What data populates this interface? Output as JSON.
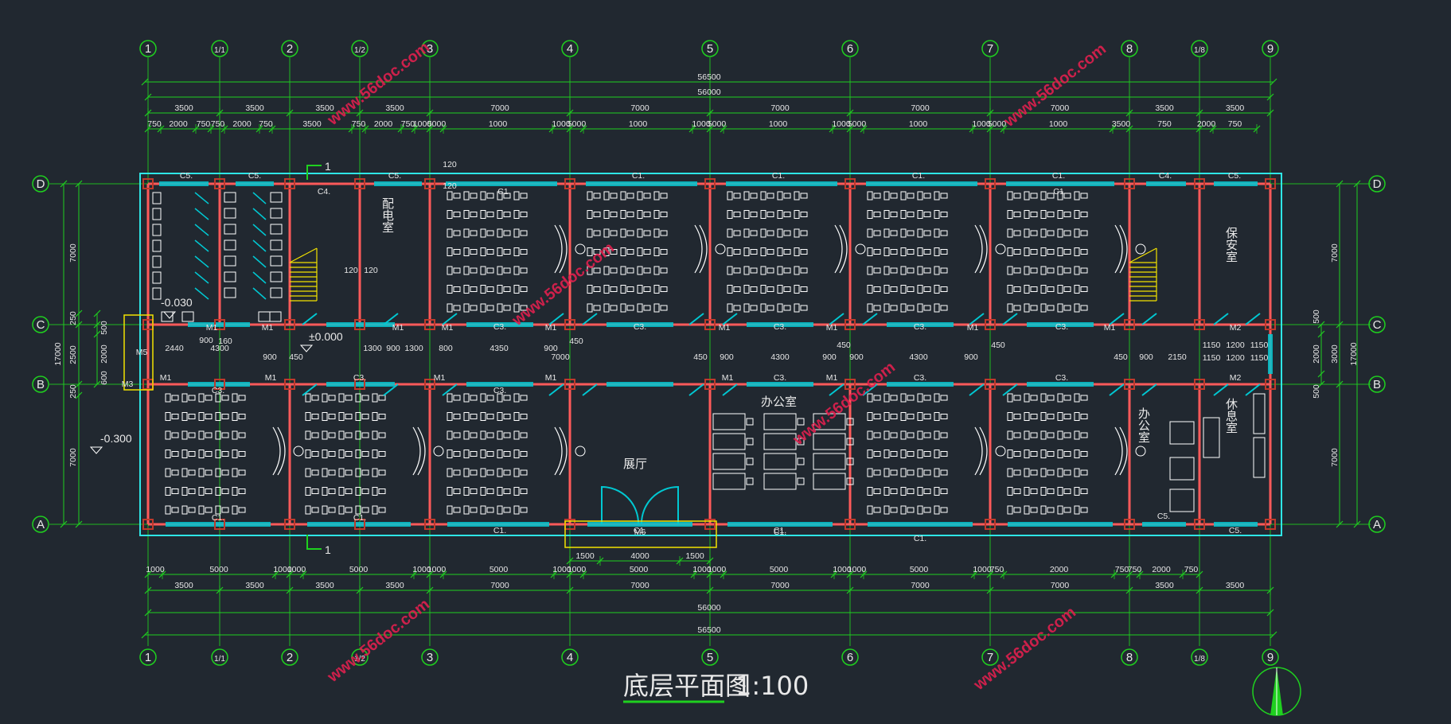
{
  "title": {
    "main": "底层平面图",
    "scale": "1:100"
  },
  "axes_x": [
    "1",
    "1/1",
    "2",
    "1/2",
    "3",
    "4",
    "5",
    "6",
    "7",
    "8",
    "1/8",
    "9"
  ],
  "axes_y": [
    "D",
    "C",
    "B",
    "A"
  ],
  "dims_top": {
    "overall_outer": "56500",
    "overall_inner": "56000",
    "row2": [
      "3500",
      "3500",
      "3500",
      "3500",
      "7000",
      "7000",
      "7000",
      "7000",
      "7000",
      "3500",
      "3500"
    ],
    "row3": [
      "750",
      "2000",
      "750",
      "750",
      "2000",
      "750",
      "3500",
      "750",
      "2000",
      "750",
      "1000",
      "5000",
      "1000",
      "1000",
      "5000",
      "1000",
      "1000",
      "5000",
      "1000",
      "1000",
      "5000",
      "1000",
      "1000",
      "5000",
      "1000",
      "3500",
      "750",
      "2000",
      "750"
    ]
  },
  "dims_bottom": {
    "row1": [
      "1000",
      "5000",
      "1000",
      "1000",
      "5000",
      "1000",
      "1000",
      "5000",
      "1000",
      "1000",
      "5000",
      "1000",
      "1000",
      "5000",
      "1000",
      "1000",
      "5000",
      "1000",
      "750",
      "2000",
      "750",
      "750",
      "2000",
      "750"
    ],
    "door": [
      "1500",
      "4000",
      "1500"
    ],
    "row2": [
      "3500",
      "3500",
      "3500",
      "3500",
      "7000",
      "7000",
      "7000",
      "7000",
      "7000",
      "3500",
      "3500"
    ],
    "overall_inner": "56000",
    "overall_outer": "56500"
  },
  "dims_left": [
    "7000",
    "250",
    "2500",
    "2000",
    "500",
    "600",
    "250",
    "7000",
    "17000"
  ],
  "dims_right": [
    "7000",
    "500",
    "2000",
    "3000",
    "17000",
    "500",
    "7000"
  ],
  "corridor_dims": [
    "2440",
    "4300",
    "900",
    "160",
    "900",
    "450",
    "1300",
    "900",
    "1300",
    "800",
    "4350",
    "900",
    "450",
    "7000",
    "450",
    "900",
    "4300",
    "900",
    "450",
    "900",
    "4300",
    "900",
    "450",
    "450",
    "900",
    "2150",
    "1150",
    "1200",
    "1150",
    "1150",
    "1200",
    "1150",
    "120",
    "120",
    "120",
    "120"
  ],
  "rooms": {
    "power": "配电室",
    "guard": "保安室",
    "hall": "展厅",
    "office1": "办公室",
    "office2": "办公室",
    "rest": "休息室"
  },
  "levels": {
    "corridor": "±0.000",
    "toilet": "-0.030",
    "outside": "-0.300"
  },
  "section_marks": [
    "1",
    "1"
  ],
  "window_tags": [
    "C5.",
    "C5.",
    "C4.",
    "C5.",
    "C1.",
    "C1",
    "C1.",
    "C1.",
    "C1.",
    "C1",
    "C4.",
    "C5.",
    "C3.",
    "C3.",
    "C3.",
    "C3.",
    "C3.",
    "C3.",
    "C3.",
    "C3.",
    "C3.",
    "C3.",
    "C3.",
    "C1.",
    "C1.",
    "C1.",
    "C1.",
    "C1.",
    "C1.",
    "C1.",
    "C5.",
    "C5.",
    "M6",
    "M1",
    "M1",
    "M1",
    "M1",
    "M1",
    "M1",
    "M1",
    "M1",
    "M1",
    "M1",
    "M1",
    "M1",
    "M1",
    "M1",
    "M1",
    "M2",
    "M2",
    "M5",
    "M3"
  ],
  "watermark": "www.56doc.com",
  "colors": {
    "bg": "#212830",
    "axis": "#1fd01f",
    "wall": "#ff5a5a",
    "column": "#c0392b",
    "outline": "#2ee6e6",
    "furniture": "#ffffff",
    "stair": "#f2e200",
    "door": "#00c8d2",
    "text": "#e8e8e8",
    "watermark": "#e0204e"
  }
}
